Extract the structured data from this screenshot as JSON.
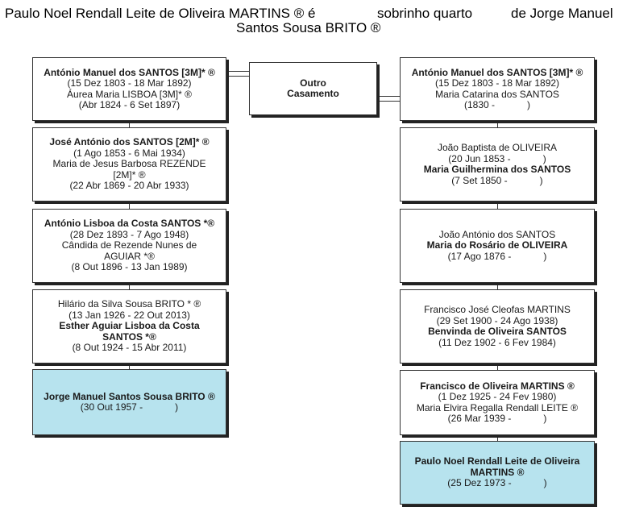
{
  "title": {
    "part1": "Paulo Noel Rendall Leite de Oliveira MARTINS ® é",
    "part2": "sobrinho quarto",
    "part3": "de Jorge Manuel",
    "part4": "Santos Sousa BRITO ®"
  },
  "left": [
    {
      "lines": [
        {
          "t": "António Manuel dos SANTOS [3M]* ®",
          "b": true
        },
        {
          "t": "(15 Dez 1803 - 18 Mar 1892)",
          "b": false
        },
        {
          "t": "Áurea Maria LISBOA [3M]* ®",
          "b": false
        },
        {
          "t": "(Abr 1824 - 6 Set 1897)",
          "b": false
        }
      ]
    },
    {
      "lines": [
        {
          "t": "José António dos SANTOS [2M]* ®",
          "b": true
        },
        {
          "t": "(1 Ago 1853 - 6 Mai 1934)",
          "b": false
        },
        {
          "t": "Maria de Jesus Barbosa REZENDE",
          "b": false
        },
        {
          "t": "[2M]* ®",
          "b": false
        },
        {
          "t": "(22 Abr 1869 - 20 Abr 1933)",
          "b": false
        }
      ]
    },
    {
      "lines": [
        {
          "t": "António Lisboa da Costa SANTOS *®",
          "b": true
        },
        {
          "t": "(28 Dez 1893 - 7 Ago 1948)",
          "b": false
        },
        {
          "t": "Cândida de Rezende Nunes de",
          "b": false
        },
        {
          "t": "AGUIAR *®",
          "b": false
        },
        {
          "t": "(8 Out 1896 - 13 Jan 1989)",
          "b": false
        }
      ]
    },
    {
      "lines": [
        {
          "t": "Hilário da Silva Sousa BRITO * ®",
          "b": false
        },
        {
          "t": "(13 Jan 1926 - 22 Out 2013)",
          "b": false
        },
        {
          "t": "Esther Aguiar Lisboa da Costa",
          "b": true
        },
        {
          "t": "SANTOS *®",
          "b": true
        },
        {
          "t": "(8 Out 1924 - 15 Abr 2011)",
          "b": false
        }
      ]
    },
    {
      "lines": [
        {
          "t": "Jorge Manuel Santos Sousa BRITO ®",
          "b": true
        },
        {
          "t": "(30 Out 1957 -            )",
          "b": false
        }
      ]
    }
  ],
  "middle": {
    "line1": "Outro",
    "line2": "Casamento"
  },
  "right": [
    {
      "lines": [
        {
          "t": "António Manuel dos SANTOS [3M]* ®",
          "b": true
        },
        {
          "t": "(15 Dez 1803 - 18 Mar 1892)",
          "b": false
        },
        {
          "t": "Maria Catarina dos SANTOS",
          "b": false
        },
        {
          "t": "(1830 -            )",
          "b": false
        }
      ]
    },
    {
      "lines": [
        {
          "t": "João Baptista de OLIVEIRA",
          "b": false
        },
        {
          "t": "(20 Jun 1853 -            )",
          "b": false
        },
        {
          "t": "Maria Guilhermina dos SANTOS",
          "b": true
        },
        {
          "t": "(7 Set 1850 -            )",
          "b": false
        }
      ]
    },
    {
      "lines": [
        {
          "t": "João António dos SANTOS",
          "b": false
        },
        {
          "t": "Maria do Rosário de OLIVEIRA",
          "b": true
        },
        {
          "t": "(17 Ago 1876 -            )",
          "b": false
        }
      ]
    },
    {
      "lines": [
        {
          "t": "Francisco José Cleofas MARTINS",
          "b": false
        },
        {
          "t": "(29 Set 1900 - 24 Ago 1938)",
          "b": false
        },
        {
          "t": "Benvinda de Oliveira SANTOS",
          "b": true
        },
        {
          "t": "(11 Dez 1902 - 6 Fev 1984)",
          "b": false
        }
      ]
    },
    {
      "lines": [
        {
          "t": "Francisco de Oliveira MARTINS ®",
          "b": true
        },
        {
          "t": "(1 Dez 1925 - 24 Fev 1980)",
          "b": false
        },
        {
          "t": "Maria Elvira Regalla Rendall LEITE ®",
          "b": false
        },
        {
          "t": "(26 Mar 1939 -            )",
          "b": false
        }
      ]
    },
    {
      "lines": [
        {
          "t": "Paulo Noel Rendall Leite de Oliveira",
          "b": true
        },
        {
          "t": "MARTINS ®",
          "b": true
        },
        {
          "t": "(25 Dez 1973 -            )",
          "b": false
        }
      ]
    }
  ]
}
